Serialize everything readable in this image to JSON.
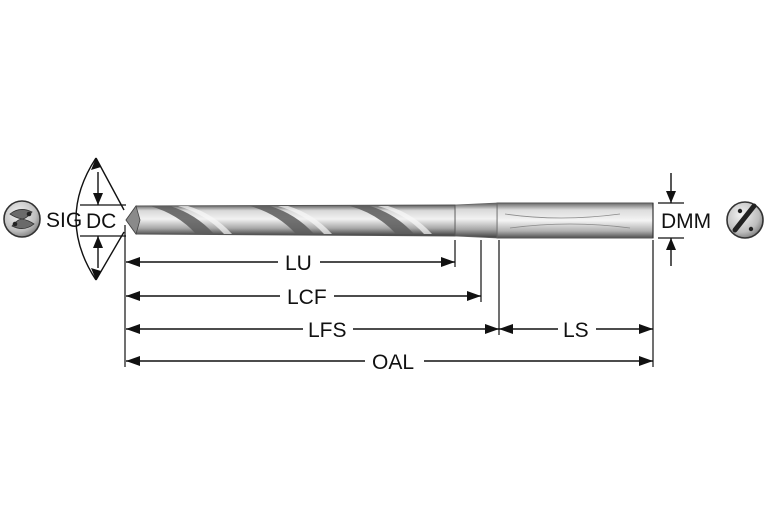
{
  "labels": {
    "sig": "SIG",
    "dc": "DC",
    "dmm": "DMM",
    "lu": "LU",
    "lcf": "LCF",
    "lfs": "LFS",
    "ls": "LS",
    "oal": "OAL"
  },
  "colors": {
    "line": "#111111",
    "tool_light": "#e6e6e6",
    "tool_mid": "#9a9a9a",
    "tool_dark": "#4a4a4a"
  },
  "icons": {
    "left_view": "drill-tip-end-view-icon",
    "right_view": "shank-end-view-icon"
  }
}
